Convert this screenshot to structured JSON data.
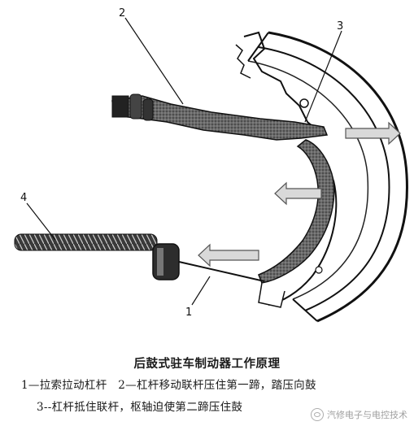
{
  "callouts": {
    "c1": "1",
    "c2": "2",
    "c3": "3",
    "c4": "4"
  },
  "caption": {
    "title": "后鼓式驻车制动器工作原理",
    "line1": "1—拉索拉动杠杆　2—杠杆移动联杆压住第一蹄，踏压向鼓",
    "line2": "3--杠杆抵住联杆，枢轴迫使第二蹄压住鼓"
  },
  "watermark": {
    "text": "汽修电子与电控技术",
    "icon": "wechat-icon"
  }
}
